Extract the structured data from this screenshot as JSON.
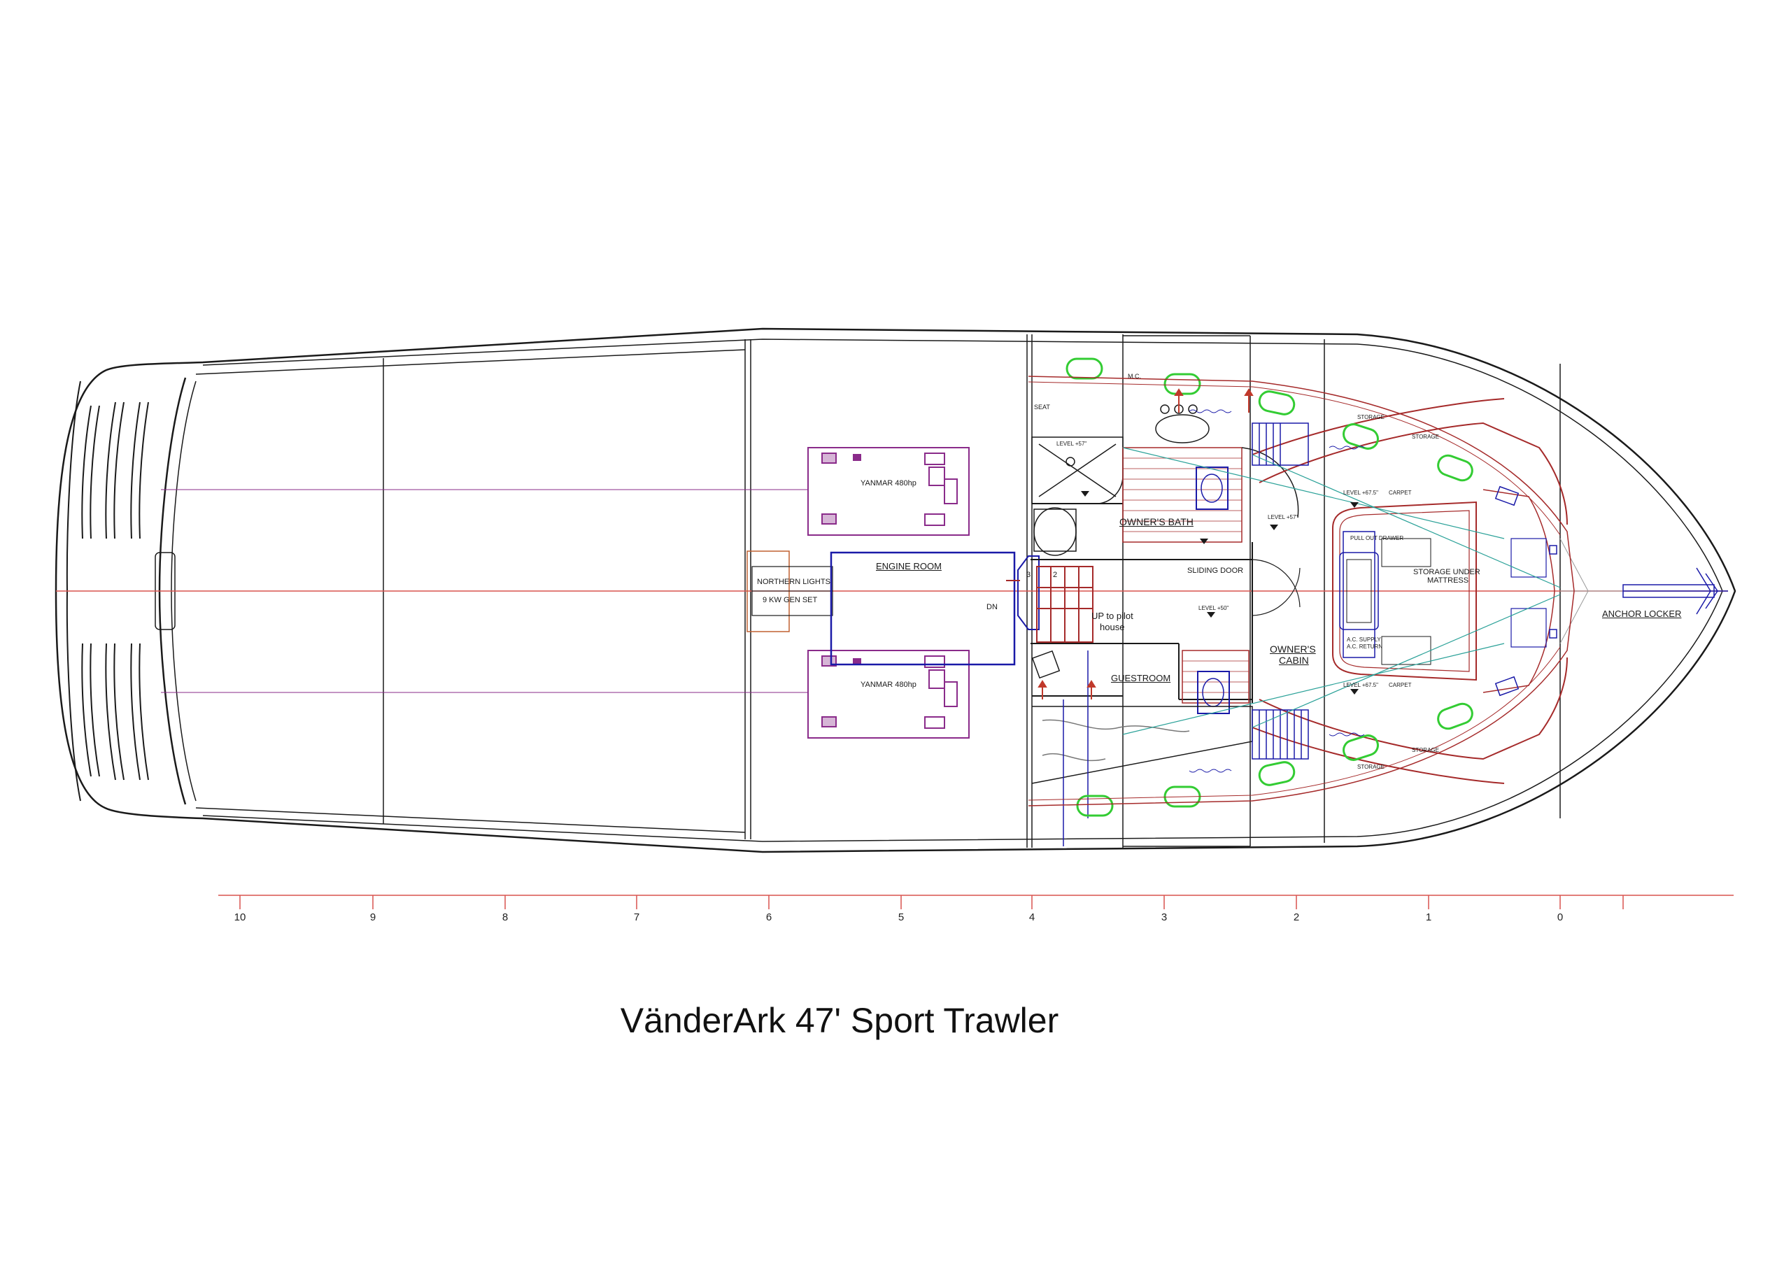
{
  "title": "VänderArk 47' Sport Trawler",
  "labels": {
    "engine_room": "ENGINE ROOM",
    "yanmar_port": "YANMAR 480hp",
    "yanmar_stbd": "YANMAR 480hp",
    "gen_line1": "NORTHERN LIGHTS",
    "gen_line2": "9 KW GEN SET",
    "dn": "DN",
    "stair_3": "3",
    "stair_2": "2",
    "up_line1": "UP to pilot",
    "up_line2": "house",
    "owners_bath": "OWNER'S BATH",
    "sliding_door": "SLIDING DOOR",
    "guestroom": "GUESTROOM",
    "owners_cabin_1": "OWNER'S",
    "owners_cabin_2": "CABIN",
    "storage_under_1": "STORAGE UNDER",
    "storage_under_2": "MATTRESS",
    "anchor_locker": "ANCHOR LOCKER",
    "mc": "M.C.",
    "seat": "SEAT",
    "storage": "STORAGE",
    "pull_out_drawer": "PULL OUT DRAWER",
    "ac_supply": "A.C. SUPPLY",
    "ac_return": "A.C. RETURN",
    "carpet": "CARPET",
    "level_a": "LEVEL +57\"",
    "level_b": "LEVEL +67.5\"",
    "level_c": "LEVEL +57\"",
    "level_d": "LEVEL +50\"",
    "level_e": "LEVEL +67.5\""
  },
  "scale": {
    "stations": [
      "10",
      "9",
      "8",
      "7",
      "6",
      "5",
      "4",
      "3",
      "2",
      "1",
      "0"
    ]
  },
  "colors": {
    "hull": "#1a1a1a",
    "centerline": "#d9534f",
    "engine": "#8a2b8a",
    "walls": "#a52a2a",
    "blue": "#1a1aa8",
    "portlight": "#33cc33",
    "teal": "#2aa198"
  }
}
